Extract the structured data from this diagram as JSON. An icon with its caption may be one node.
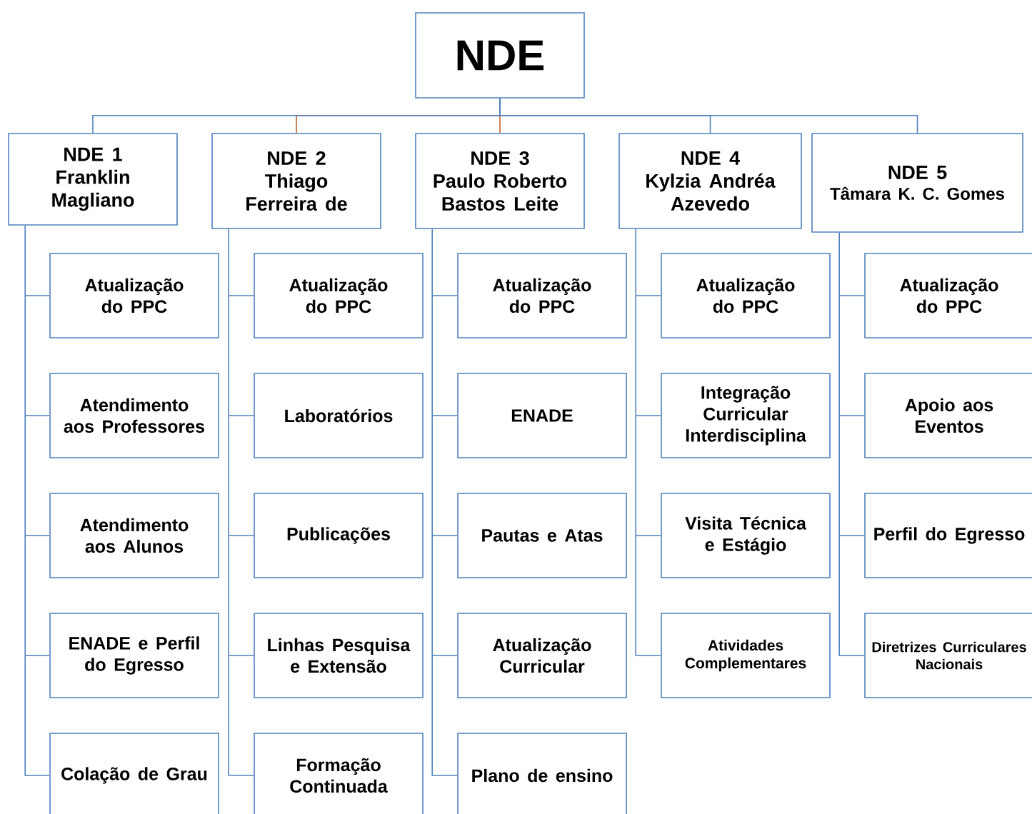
{
  "diagram": {
    "nodes": [
      {
        "text": [
          "NDE"
        ]
      },
      {
        "text": [
          "NDE 1",
          "Franklin Magliano"
        ]
      },
      {
        "text": [
          "NDE 2",
          "Thiago Ferreira de"
        ]
      },
      {
        "text": [
          "NDE 3",
          "Paulo Roberto Bastos Leite"
        ]
      },
      {
        "text": [
          "NDE 4",
          "Kylzia Andréa Azevedo"
        ]
      },
      {
        "text": [
          "NDE 5",
          "Tâmara K. C. Gomes"
        ]
      },
      {
        "text": [
          "Atualização do PPC"
        ]
      },
      {
        "text": [
          "Atendimento aos Professores"
        ]
      },
      {
        "text": [
          "Atendimento aos Alunos"
        ]
      },
      {
        "text": [
          "ENADE e Perfil do Egresso"
        ]
      },
      {
        "text": [
          "Colação de Grau"
        ]
      },
      {
        "text": [
          "Atualização do PPC"
        ]
      },
      {
        "text": [
          "Laboratórios"
        ]
      },
      {
        "text": [
          "Publicações"
        ]
      },
      {
        "text": [
          "Linhas Pesquisa e Extensão"
        ]
      },
      {
        "text": [
          "Formação Continuada"
        ]
      },
      {
        "text": [
          "Atualização do PPC"
        ]
      },
      {
        "text": [
          "ENADE"
        ]
      },
      {
        "text": [
          "Pautas e Atas"
        ]
      },
      {
        "text": [
          "Atualização Curricular"
        ]
      },
      {
        "text": [
          "Plano de ensino"
        ]
      },
      {
        "text": [
          "Atualização do PPC"
        ]
      },
      {
        "text": [
          "Integração Curricular Interdisciplina"
        ]
      },
      {
        "text": [
          "Visita Técnica e Estágio"
        ]
      },
      {
        "text": [
          "Atividades Complementares"
        ]
      },
      {
        "text": [
          "Atualização do PPC"
        ]
      },
      {
        "text": [
          "Apoio aos Eventos"
        ]
      },
      {
        "text": [
          "Perfil do Egresso"
        ]
      },
      {
        "text": [
          "Diretrizes Curriculares Nacionais"
        ]
      }
    ],
    "edges": [
      {
        "from": 0,
        "to": 1,
        "arrow": "none"
      },
      {
        "from": 0,
        "to": 2,
        "arrow": "none",
        "color": "#c0622e"
      },
      {
        "from": 0,
        "to": 3,
        "arrow": "none",
        "color": "#c0622e"
      },
      {
        "from": 0,
        "to": 4,
        "arrow": "none"
      },
      {
        "from": 0,
        "to": 5,
        "arrow": "none"
      },
      {
        "from": 1,
        "to": 6,
        "arrow": "none"
      },
      {
        "from": 1,
        "to": 7,
        "arrow": "none"
      },
      {
        "from": 1,
        "to": 8,
        "arrow": "none"
      },
      {
        "from": 1,
        "to": 9,
        "arrow": "none"
      },
      {
        "from": 1,
        "to": 10,
        "arrow": "none"
      },
      {
        "from": 2,
        "to": 11,
        "arrow": "none"
      },
      {
        "from": 2,
        "to": 12,
        "arrow": "none"
      },
      {
        "from": 2,
        "to": 13,
        "arrow": "none"
      },
      {
        "from": 2,
        "to": 14,
        "arrow": "none"
      },
      {
        "from": 2,
        "to": 15,
        "arrow": "none"
      },
      {
        "from": 3,
        "to": 16,
        "arrow": "none"
      },
      {
        "from": 3,
        "to": 17,
        "arrow": "none"
      },
      {
        "from": 3,
        "to": 18,
        "arrow": "none"
      },
      {
        "from": 3,
        "to": 19,
        "arrow": "none"
      },
      {
        "from": 3,
        "to": 20,
        "arrow": "none"
      },
      {
        "from": 4,
        "to": 21,
        "arrow": "none"
      },
      {
        "from": 4,
        "to": 22,
        "arrow": "none"
      },
      {
        "from": 4,
        "to": 23,
        "arrow": "none"
      },
      {
        "from": 4,
        "to": 24,
        "arrow": "none"
      },
      {
        "from": 5,
        "to": 25,
        "arrow": "none"
      },
      {
        "from": 5,
        "to": 26,
        "arrow": "none"
      },
      {
        "from": 5,
        "to": 27,
        "arrow": "none"
      },
      {
        "from": 5,
        "to": 28,
        "arrow": "none"
      }
    ]
  }
}
